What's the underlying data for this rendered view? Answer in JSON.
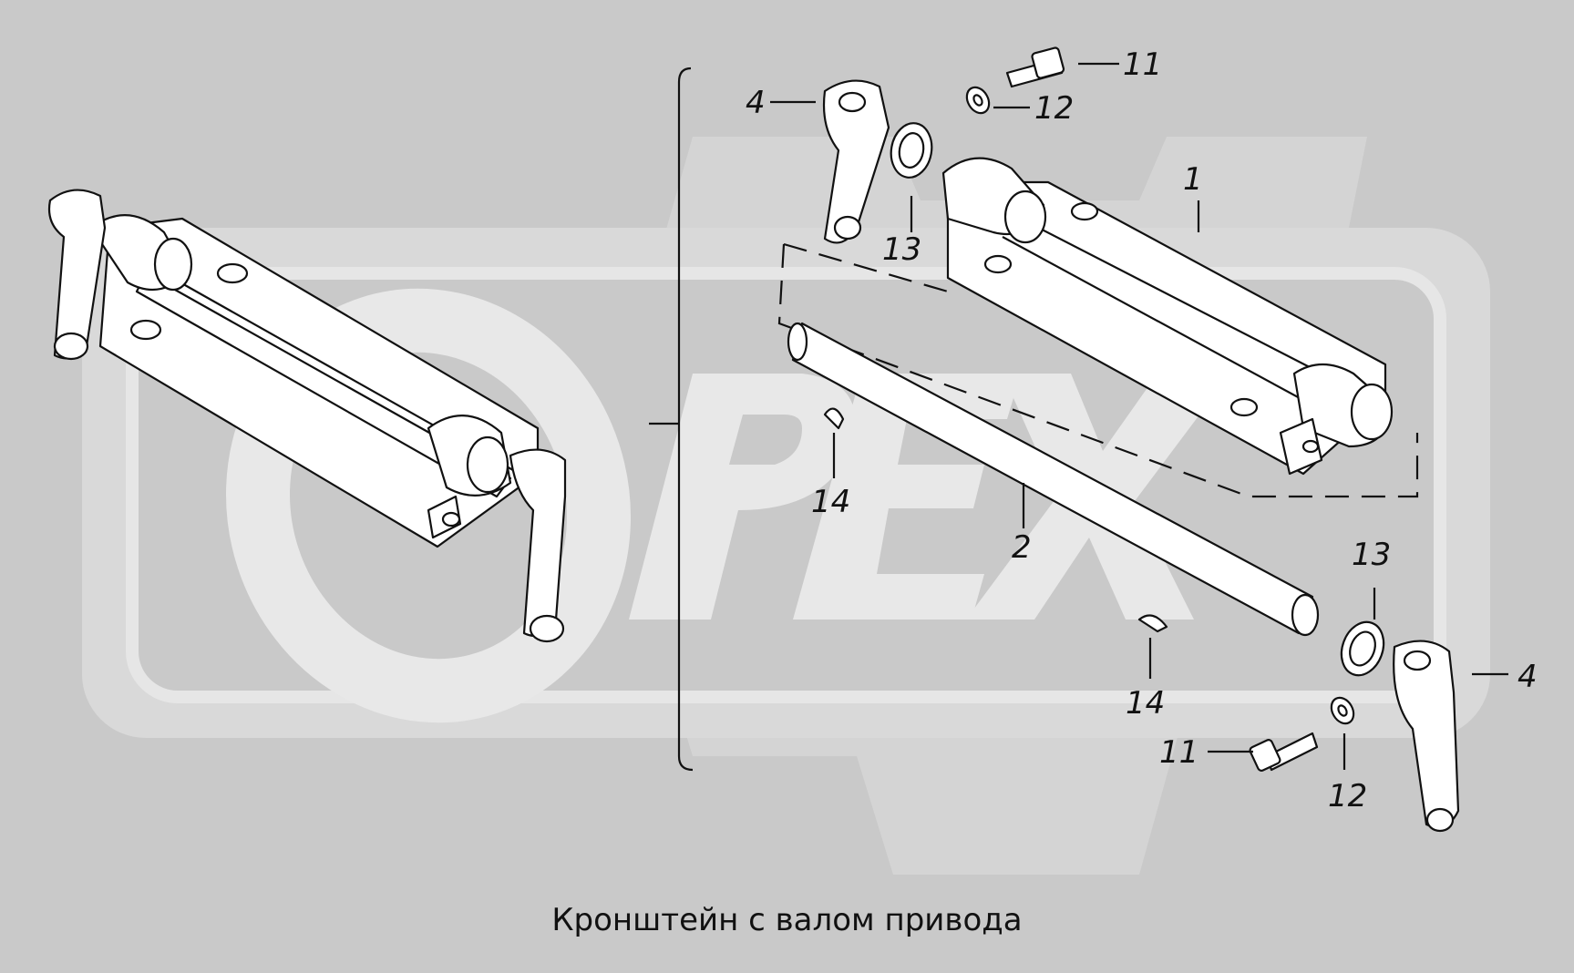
{
  "caption": "Кронштейн с валом привода",
  "watermark": {
    "text": "OPEX",
    "color": "#d9d9d9",
    "frame_color": "#e6e6e6"
  },
  "background_color": "#c9c9c9",
  "callouts": {
    "c1": "1",
    "c2": "2",
    "c4_top": "4",
    "c4_bottom": "4",
    "c11_top": "11",
    "c11_bottom": "11",
    "c12_top": "12",
    "c12_bottom": "12",
    "c13_top": "13",
    "c13_bottom": "13",
    "c14_left": "14",
    "c14_bottom": "14"
  }
}
